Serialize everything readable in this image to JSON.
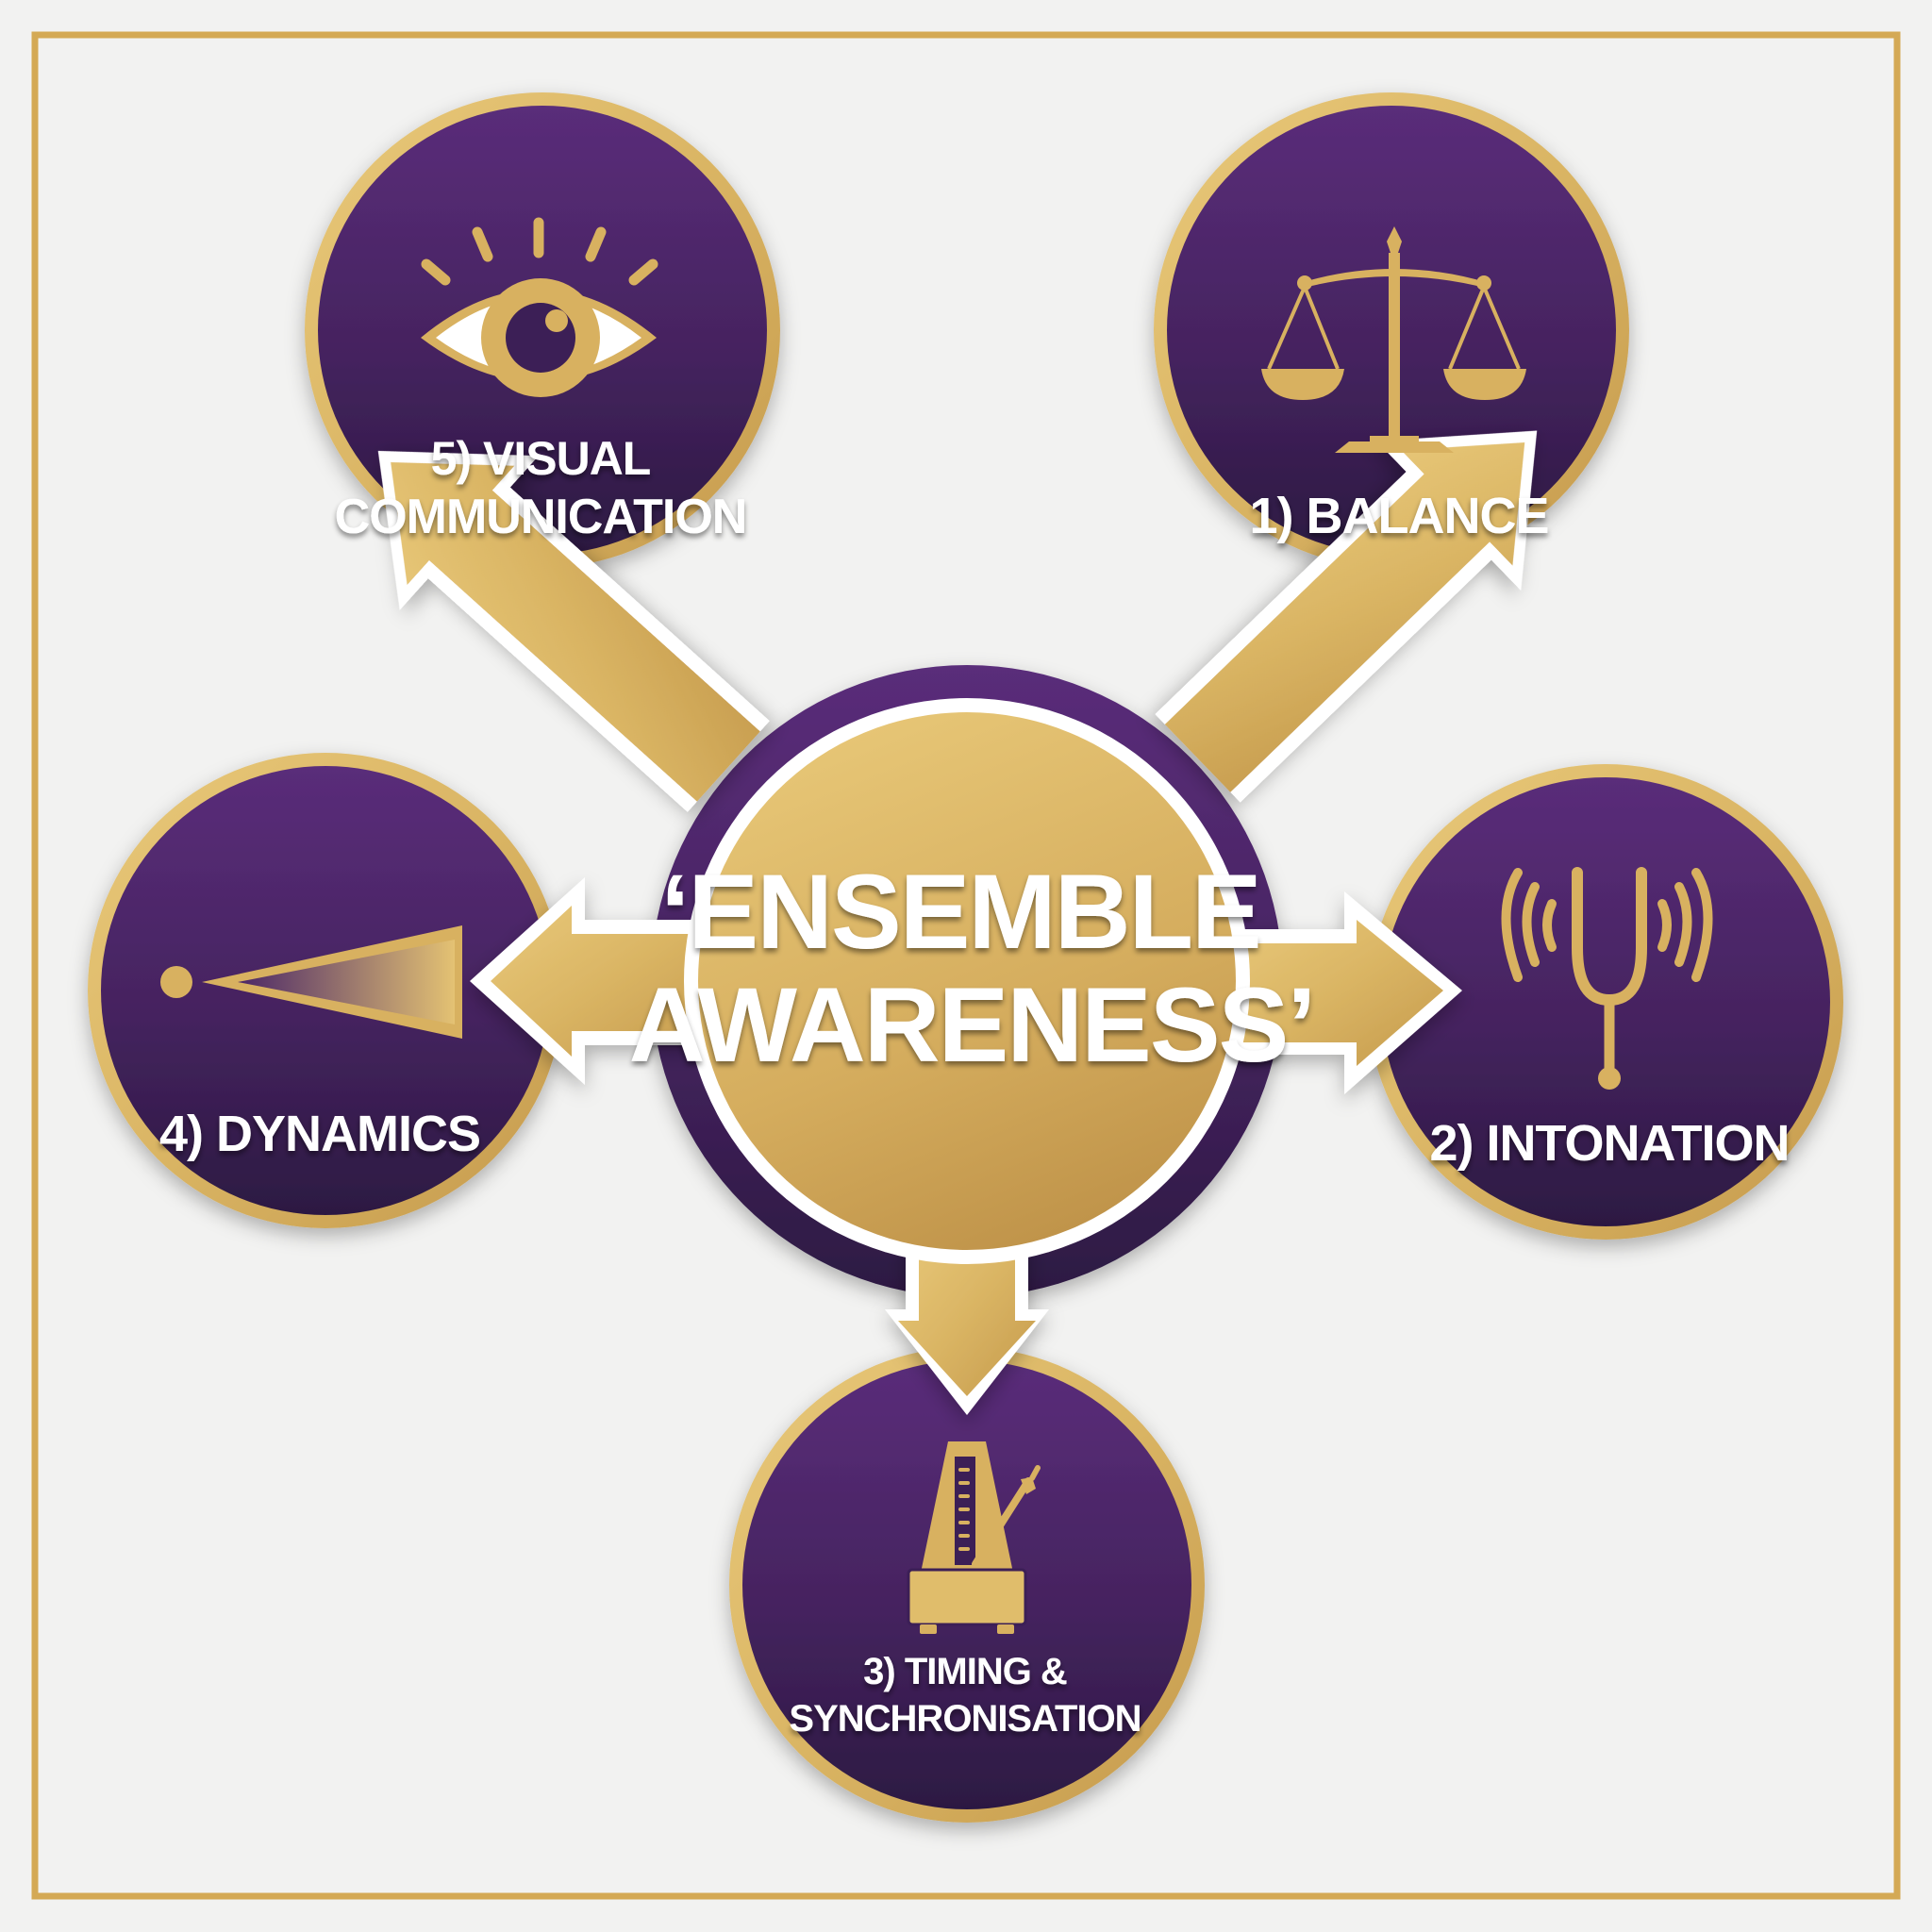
{
  "diagram": {
    "title_line1": "‘ENSEMBLE",
    "title_line2": "AWARENESS’",
    "colors": {
      "background": "#f2f2f1",
      "gold": "#d8b160",
      "gold_light": "#e6c677",
      "gold_dark": "#c4984a",
      "purple": "#53296f",
      "purple_dark": "#2e1a46",
      "white": "#ffffff",
      "frame": "#d4a955"
    },
    "nodes": [
      {
        "id": "balance",
        "number": "1)",
        "line1": "1) BALANCE",
        "line2": "",
        "icon": "scales-icon",
        "position": "top-right"
      },
      {
        "id": "intonation",
        "number": "2)",
        "line1": "2) INTONATION",
        "line2": "",
        "icon": "tuning-fork-icon",
        "position": "right"
      },
      {
        "id": "timing",
        "number": "3)",
        "line1": "3) TIMING &",
        "line2": "SYNCHRONISATION",
        "icon": "metronome-icon",
        "position": "bottom"
      },
      {
        "id": "dynamics",
        "number": "4)",
        "line1": "4) DYNAMICS",
        "line2": "",
        "icon": "crescendo-hairpin-icon",
        "position": "left"
      },
      {
        "id": "visual",
        "number": "5)",
        "line1": "5) VISUAL",
        "line2": "COMMUNICATION",
        "icon": "eye-icon",
        "position": "top-left"
      }
    ]
  }
}
